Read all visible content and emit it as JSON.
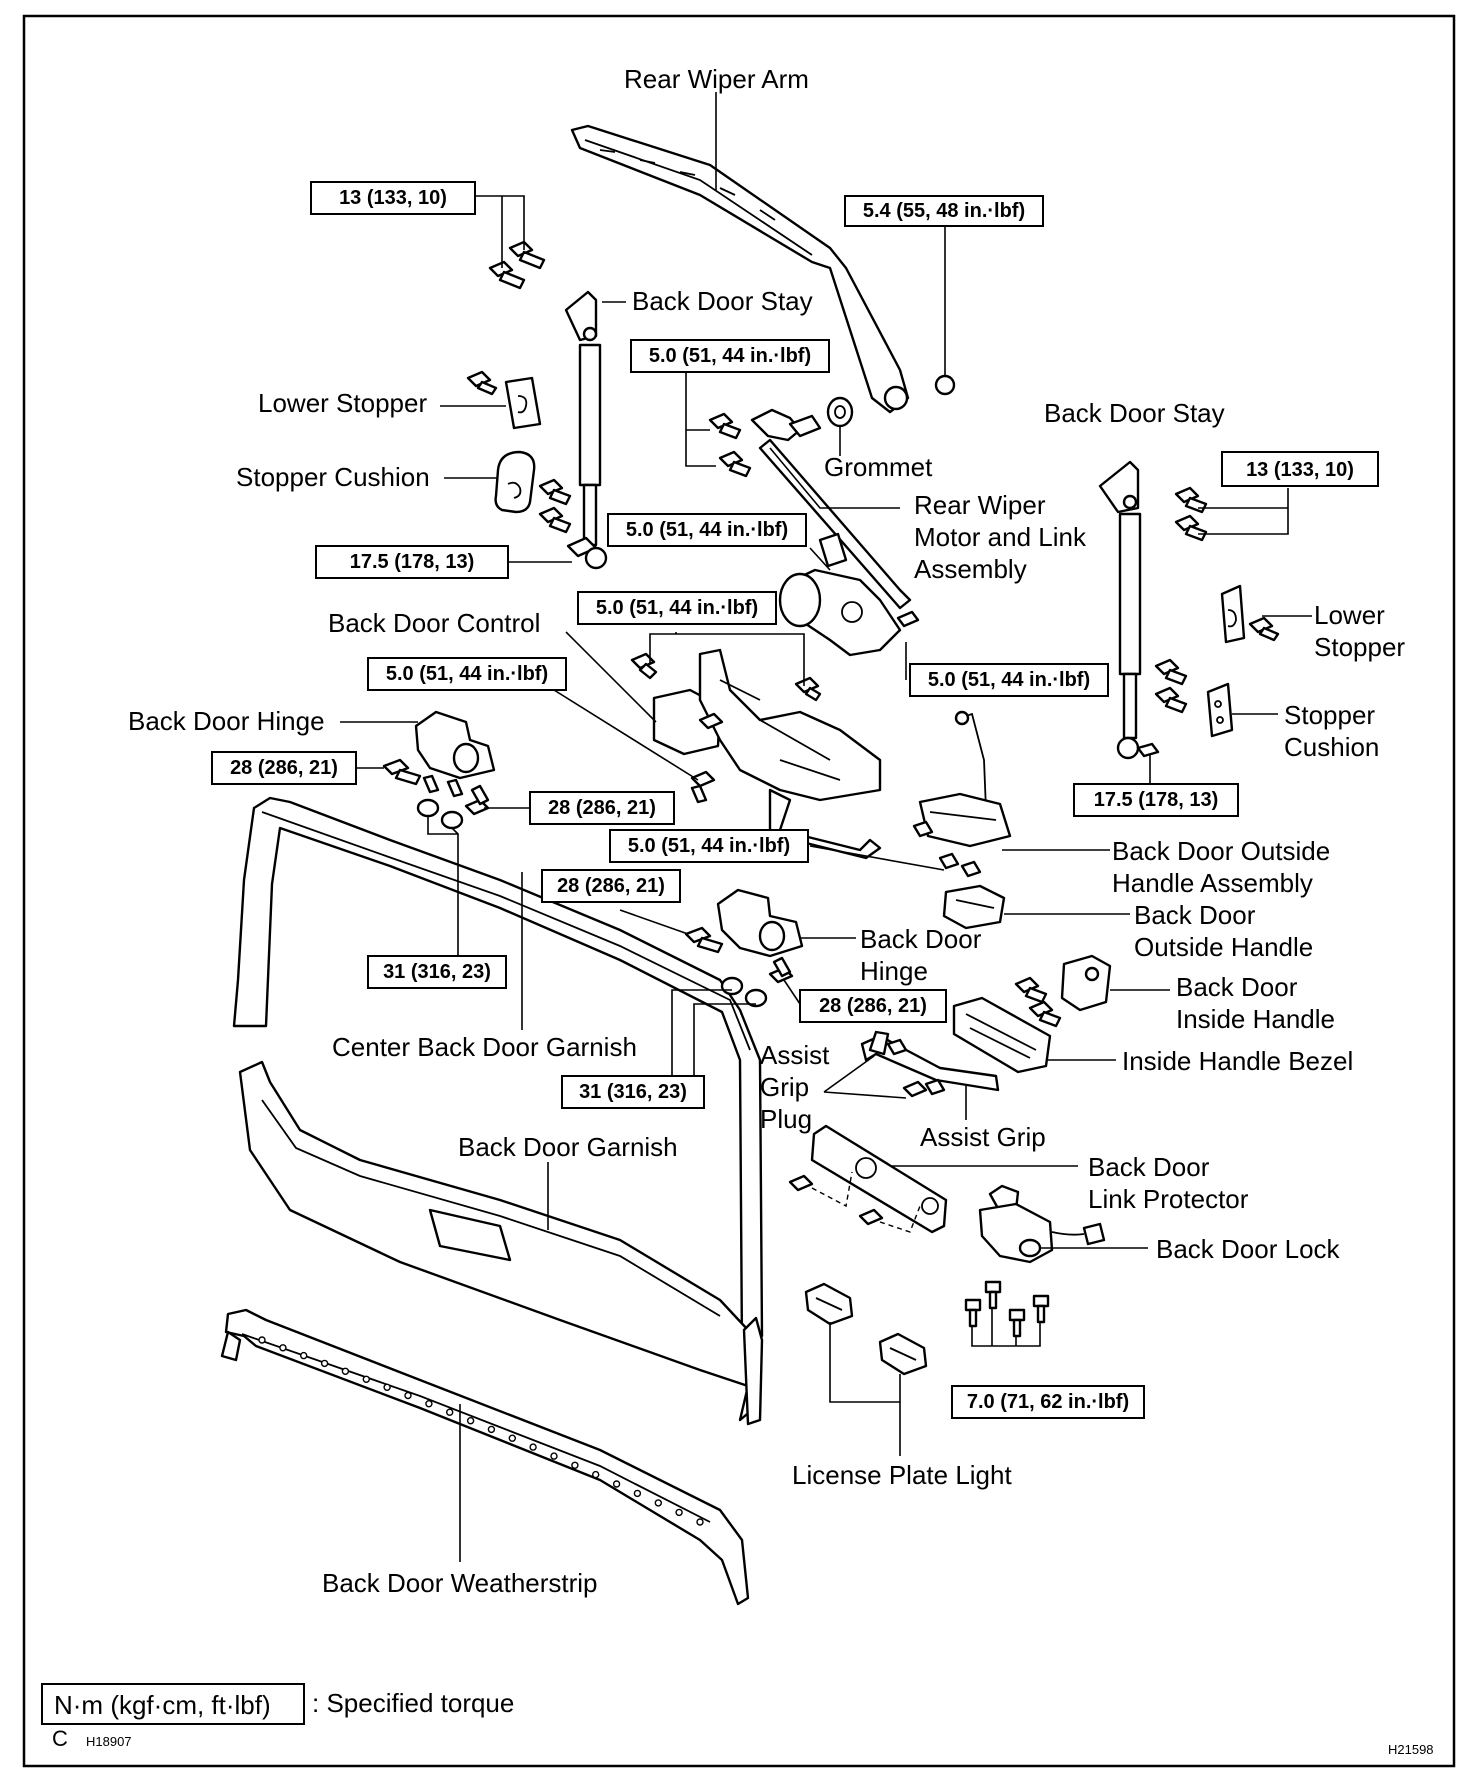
{
  "parts": {
    "rear_wiper_arm": "Rear Wiper Arm",
    "back_door_stay_left": "Back Door Stay",
    "back_door_stay_right": "Back Door Stay",
    "lower_stopper_left": "Lower Stopper",
    "stopper_cushion_left": "Stopper Cushion",
    "grommet": "Grommet",
    "rear_wiper_motor_line1": "Rear Wiper",
    "rear_wiper_motor_line2": "Motor and Link",
    "rear_wiper_motor_line3": "Assembly",
    "lower_stopper_right_line1": "Lower",
    "lower_stopper_right_line2": "Stopper",
    "stopper_cushion_right_line1": "Stopper",
    "stopper_cushion_right_line2": "Cushion",
    "back_door_control": "Back Door Control",
    "back_door_hinge_upper": "Back Door Hinge",
    "outside_handle_assy_line1": "Back Door Outside",
    "outside_handle_assy_line2": "Handle Assembly",
    "outside_handle_line1": "Back Door",
    "outside_handle_line2": "Outside Handle",
    "hinge_lower_line1": "Back Door",
    "hinge_lower_line2": "Hinge",
    "inside_handle_line1": "Back Door",
    "inside_handle_line2": "Inside Handle",
    "inside_handle_bezel": "Inside Handle Bezel",
    "assist_grip_plug_line1": "Assist",
    "assist_grip_plug_line2": "Grip",
    "assist_grip_plug_line3": "Plug",
    "assist_grip": "Assist Grip",
    "center_garnish": "Center Back Door Garnish",
    "back_door_garnish": "Back Door Garnish",
    "link_protector_line1": "Back Door",
    "link_protector_line2": "Link Protector",
    "back_door_lock": "Back Door Lock",
    "license_plate_light": "License Plate Light",
    "weatherstrip": "Back Door Weatherstrip"
  },
  "torques": {
    "t_13_left": "13 (133, 10)",
    "t_54": "5.4 (55, 48 in.·lbf)",
    "t_50_motor_top": "5.0 (51, 44 in.·lbf)",
    "t_13_right": "13 (133, 10)",
    "t_50_motor_left": "5.0 (51, 44 in.·lbf)",
    "t_175_left": "17.5 (178, 13)",
    "t_50_control_top": "5.0 (51, 44 in.·lbf)",
    "t_50_control_left": "5.0 (51, 44 in.·lbf)",
    "t_50_motor_bottom": "5.0 (51, 44 in.·lbf)",
    "t_28_hinge_left": "28 (286, 21)",
    "t_175_right": "17.5 (178, 13)",
    "t_28_hinge_upper_nut": "28 (286, 21)",
    "t_50_handle": "5.0 (51, 44 in.·lbf)",
    "t_28_hinge_lower_left": "28 (286, 21)",
    "t_31_upper": "31 (316, 23)",
    "t_28_hinge_lower_right": "28 (286, 21)",
    "t_31_lower": "31 (316, 23)",
    "t_70_lock": "7.0 (71, 62 in.·lbf)"
  },
  "legend": {
    "unit_box": "N·m (kgf·cm, ft·lbf)",
    "unit_desc": ": Specified torque"
  },
  "footer": {
    "corner_letter": "C",
    "code_left": "H18907",
    "code_right": "H21598"
  }
}
